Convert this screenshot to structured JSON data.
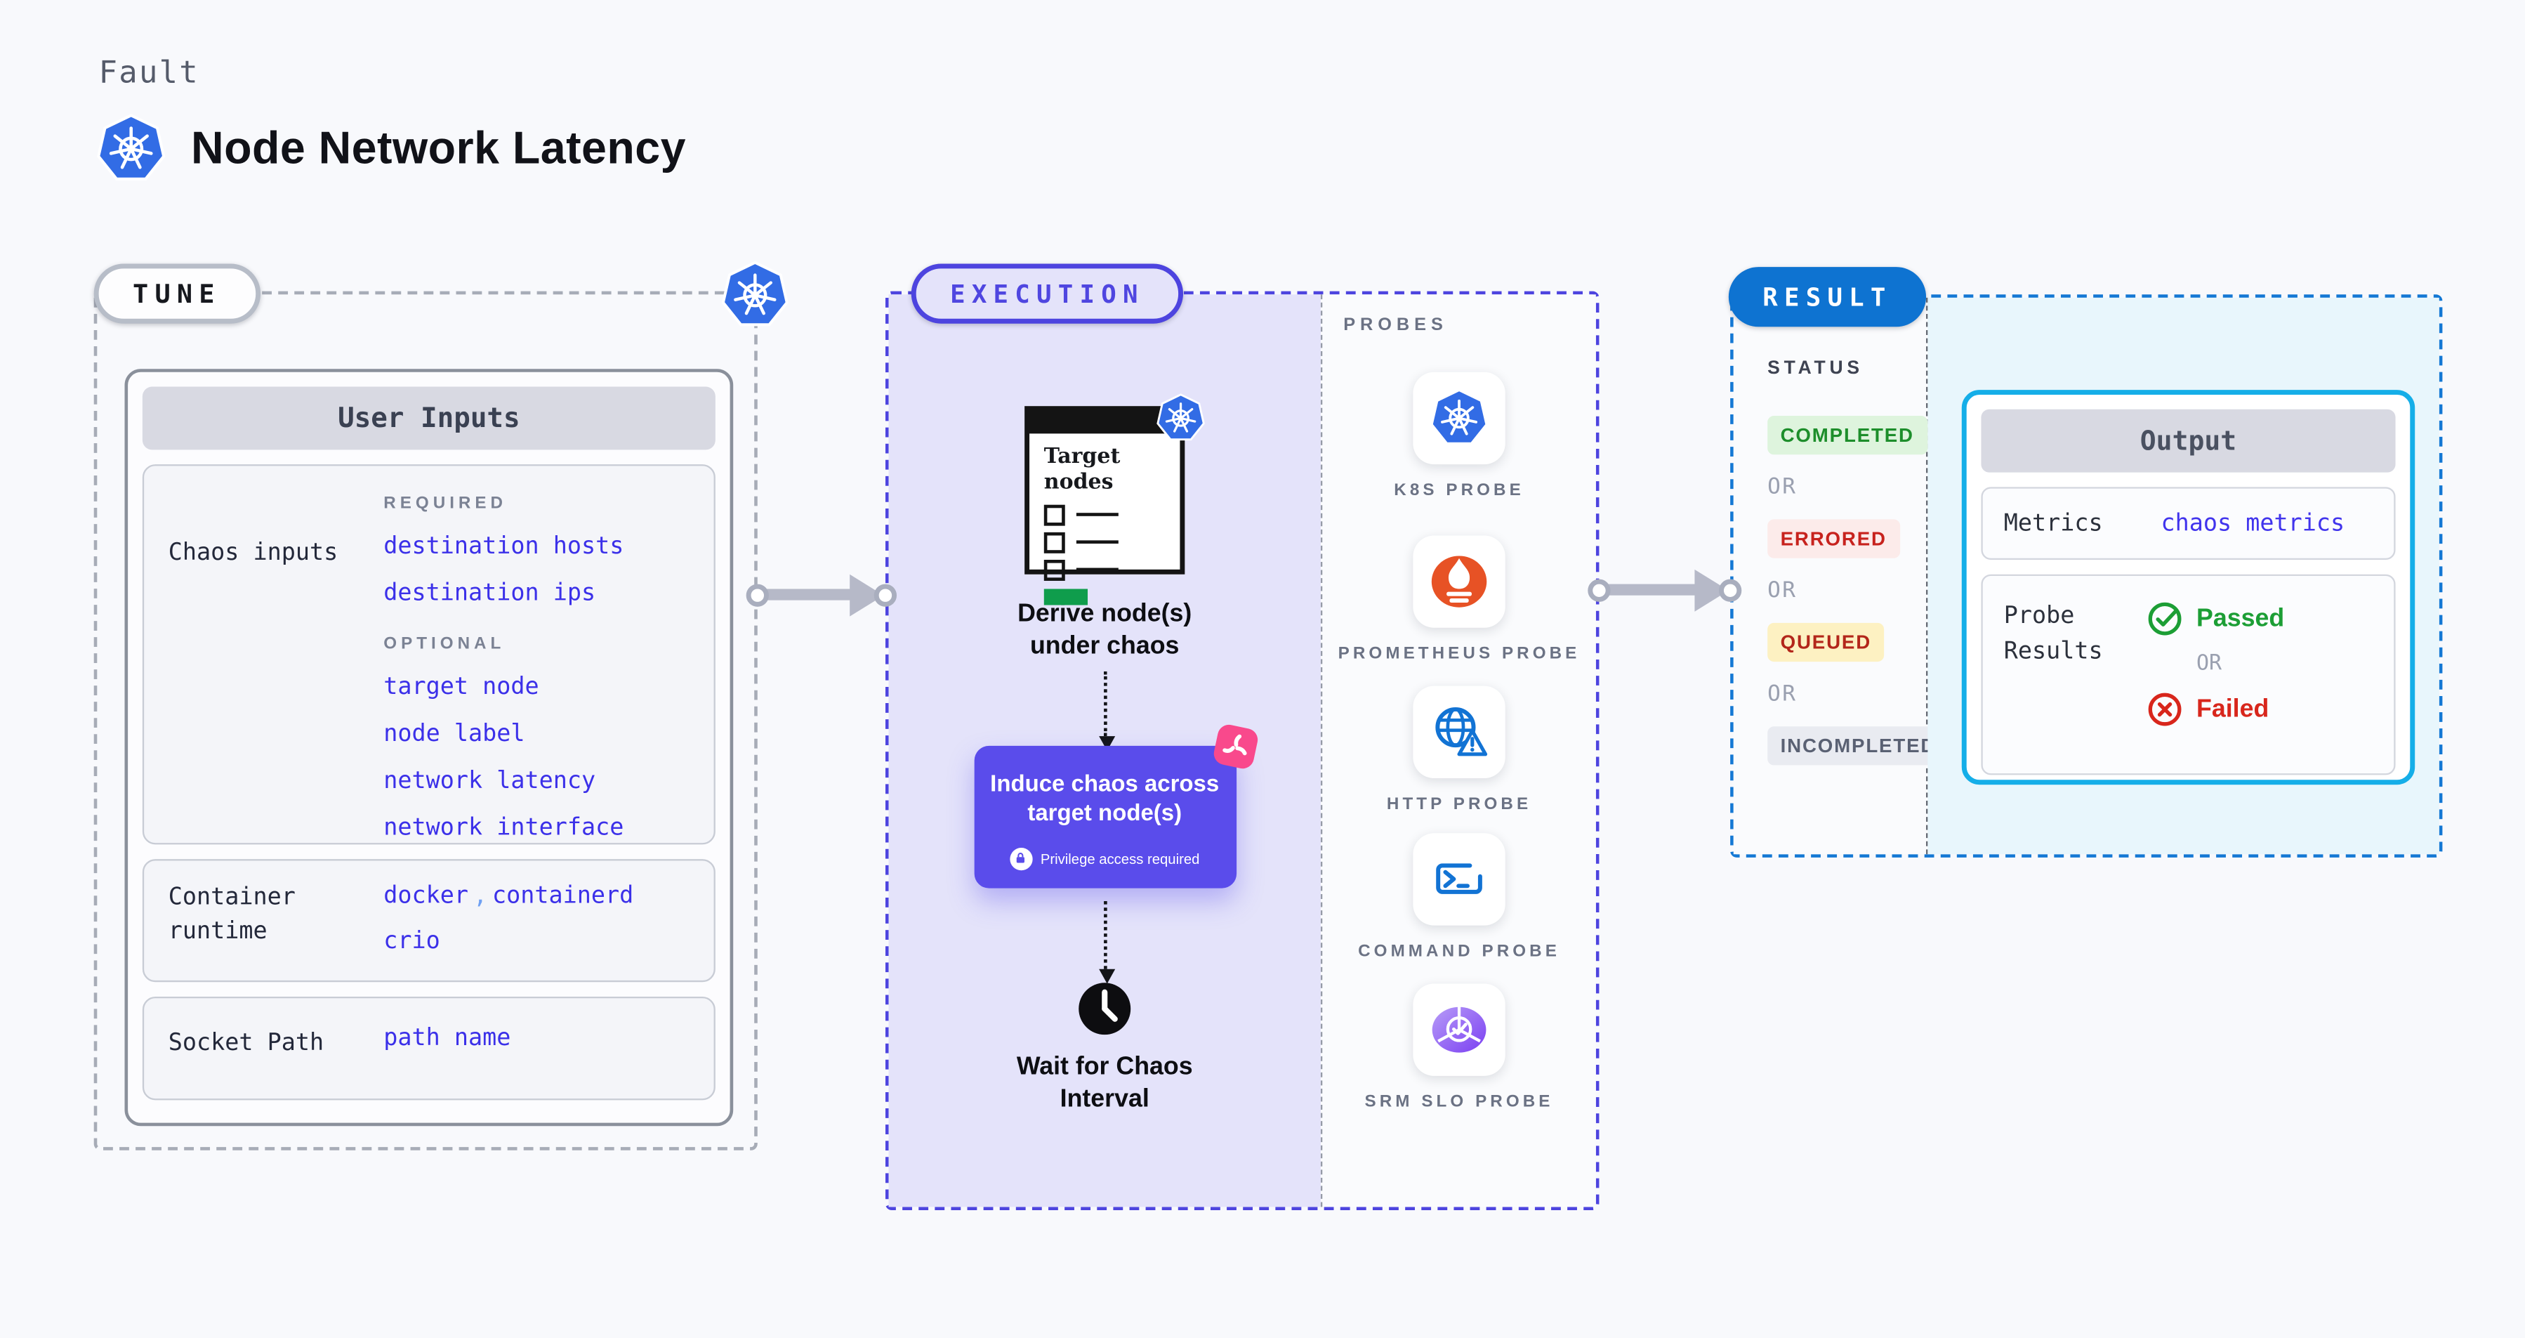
{
  "header": {
    "eyebrow": "Fault",
    "title": "Node Network Latency"
  },
  "tune": {
    "pill_label": "TUNE",
    "user_inputs": {
      "title": "User Inputs",
      "chaos_inputs": {
        "label": "Chaos inputs",
        "required_label": "REQUIRED",
        "required_links": [
          "destination hosts",
          "destination ips"
        ],
        "optional_label": "OPTIONAL",
        "optional_links": [
          "target node",
          "node label",
          "network latency",
          "network interface"
        ]
      },
      "container_runtime": {
        "label": "Container runtime",
        "link1": "docker",
        "separator": ",",
        "link2": "containerd",
        "link3": "crio"
      },
      "socket_path": {
        "label": "Socket Path",
        "link": "path name"
      }
    }
  },
  "execution": {
    "pill_label": "EXECUTION",
    "target_nodes_doc": {
      "title": "Target nodes"
    },
    "derive_label": "Derive node(s) under chaos",
    "induce_label": "Induce chaos across target node(s)",
    "privilege_note": "Privilege access required",
    "wait_label": "Wait for Chaos Interval",
    "probes": {
      "title": "PROBES",
      "items": [
        {
          "label": "K8S PROBE",
          "icon": "kubernetes-icon"
        },
        {
          "label": "PROMETHEUS PROBE",
          "icon": "prometheus-icon"
        },
        {
          "label": "HTTP PROBE",
          "icon": "http-globe-icon"
        },
        {
          "label": "COMMAND PROBE",
          "icon": "terminal-icon"
        },
        {
          "label": "SRM SLO PROBE",
          "icon": "srm-slo-icon"
        }
      ]
    }
  },
  "result": {
    "pill_label": "RESULT",
    "status_label": "STATUS",
    "or_label": "OR",
    "statuses": [
      {
        "label": "COMPLETED",
        "text_color": "#1d8e2b",
        "bg_color": "#def4dd"
      },
      {
        "label": "ERRORED",
        "text_color": "#c7221d",
        "bg_color": "#fcebea"
      },
      {
        "label": "QUEUED",
        "text_color": "#b3261a",
        "bg_color": "#fdf1c2"
      },
      {
        "label": "INCOMPLETED",
        "text_color": "#5a6173",
        "bg_color": "#e9ebf1"
      }
    ],
    "output": {
      "title": "Output",
      "metrics_label": "Metrics",
      "metrics_link": "chaos metrics",
      "probe_results_label": "Probe Results",
      "passed_label": "Passed",
      "or_label": "OR",
      "failed_label": "Failed"
    }
  },
  "colors": {
    "page_background": "#f8f9fc",
    "link_blue": "#3b30e9",
    "accent_indigo": "#4d44df",
    "result_blue": "#0e73d1",
    "output_border_cyan": "#15aee8",
    "induce_purple": "#5a4ceb",
    "litmus_pink": "#f9498c",
    "kubernetes_blue": "#326ce5",
    "prometheus_orange": "#e75225",
    "http_blue": "#1273d4",
    "passed_green": "#1c9e35",
    "failed_red": "#d8261c",
    "arrow_gray": "#b6b9c8",
    "doc_green_bar": "#0f9d4c"
  }
}
